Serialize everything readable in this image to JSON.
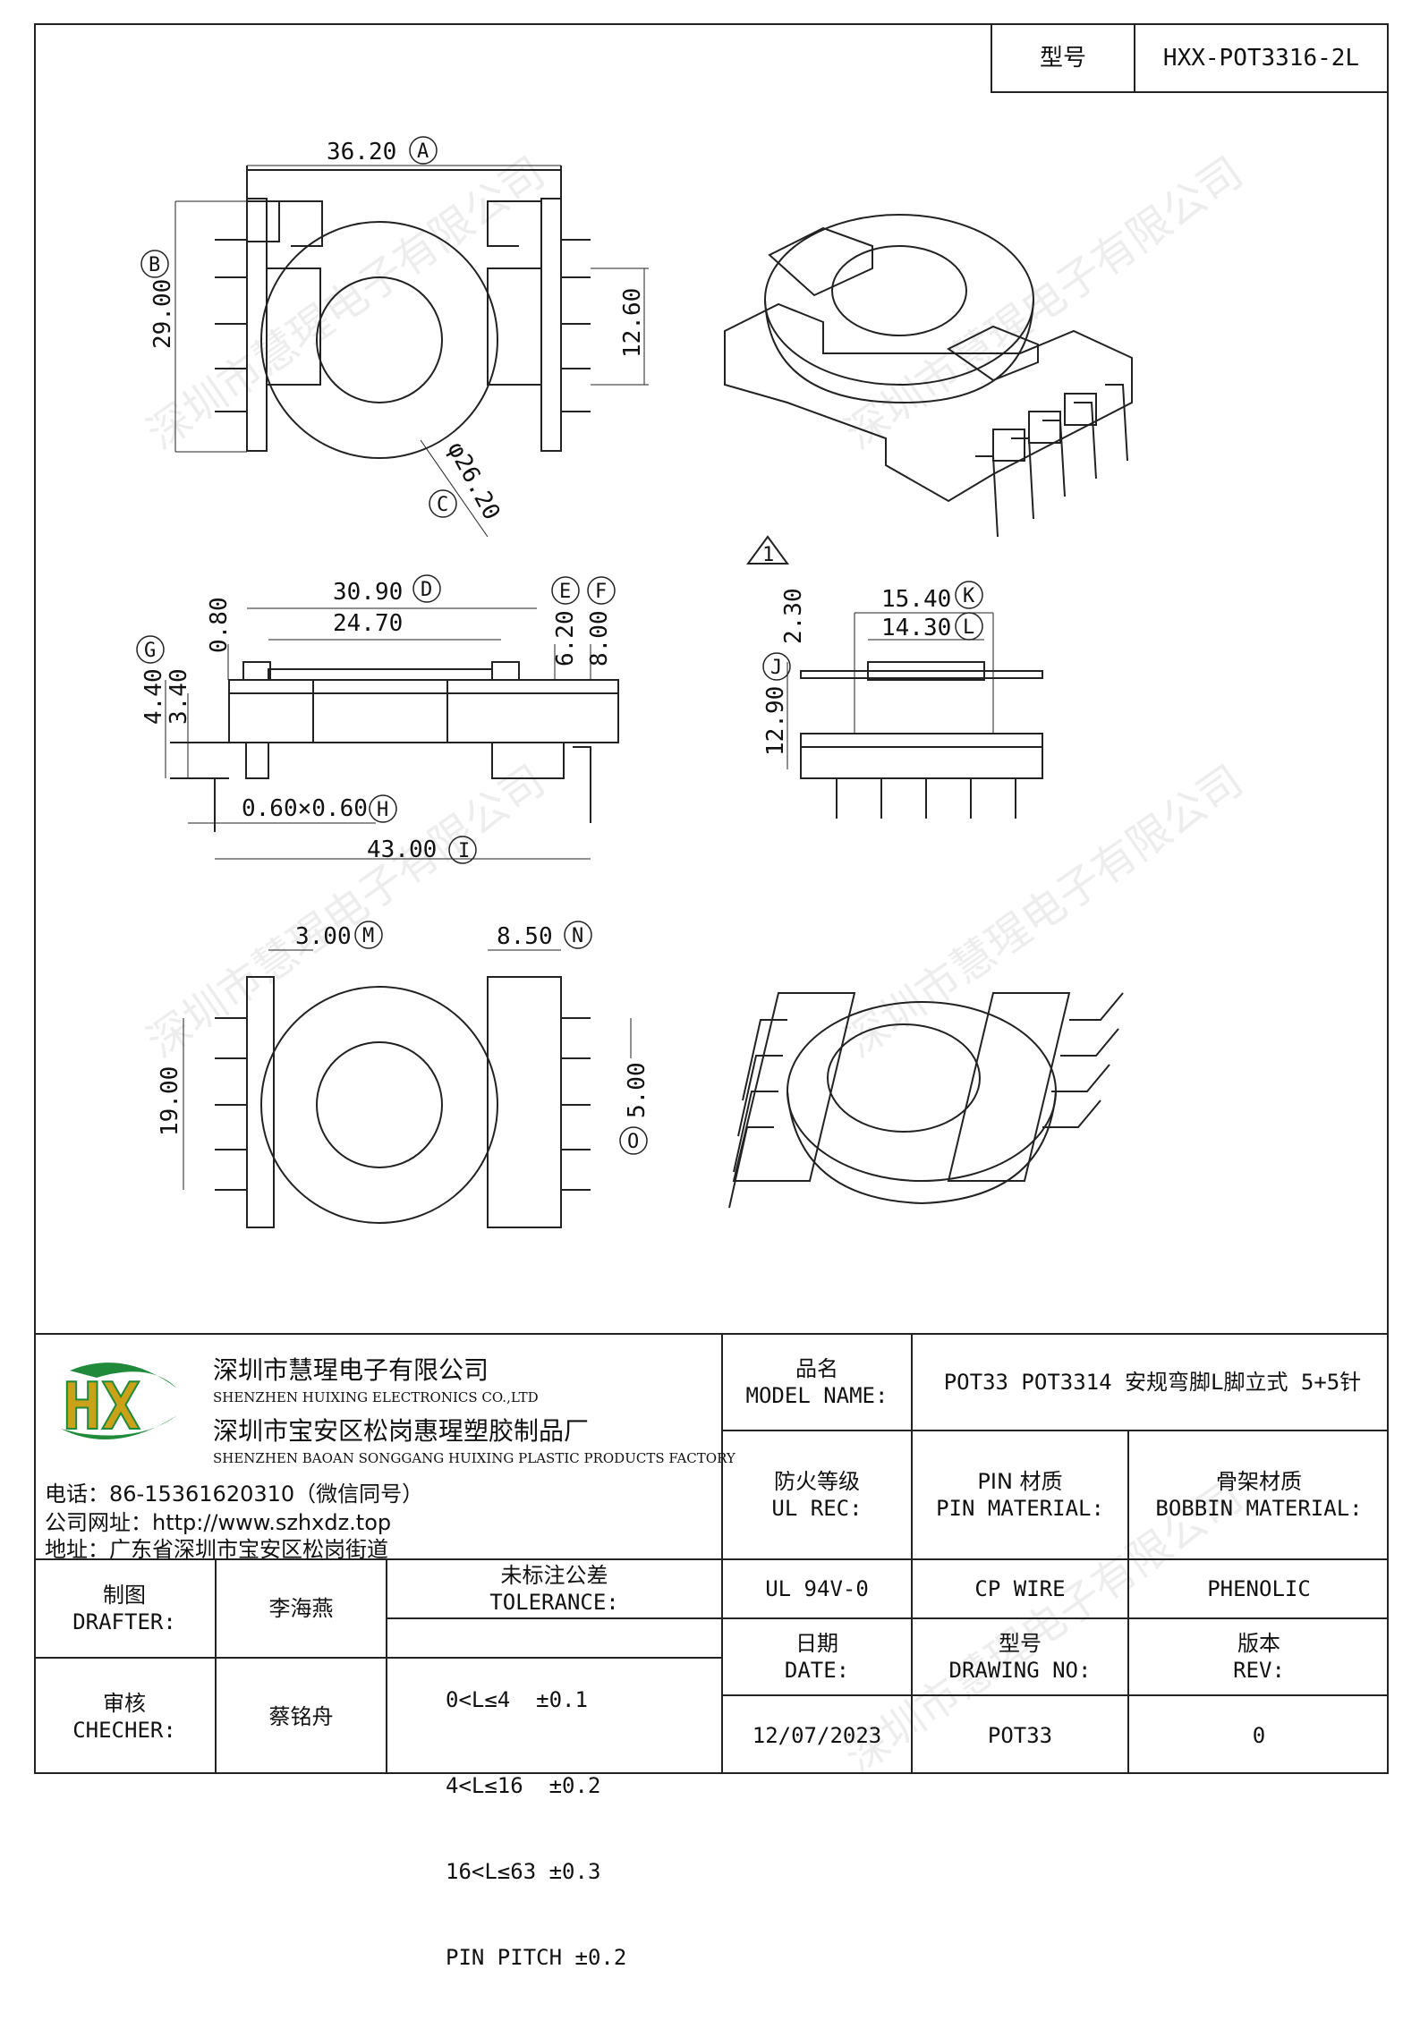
{
  "header": {
    "type_label": "型号",
    "type_value": "HXX-POT3316-2L"
  },
  "watermark": "深圳市慧瑆电子有限公司",
  "drawing": {
    "dims": {
      "A": "36.20",
      "B": "29.00",
      "C": "φ26.20",
      "height_12_60": "12.60",
      "D": "30.90",
      "d2": "24.70",
      "d_0_80": "0.80",
      "E": "6.20",
      "F": "8.00",
      "G": "4.40",
      "g2": "3.40",
      "H": "0.60×0.60",
      "I": "43.00",
      "J": "12.90",
      "d_2_30": "2.30",
      "K": "15.40",
      "L": "14.30",
      "M": "3.00",
      "N": "8.50",
      "d_19_00": "19.00",
      "O": "5.00"
    },
    "letters": {
      "A": "A",
      "B": "B",
      "C": "C",
      "D": "D",
      "E": "E",
      "F": "F",
      "G": "G",
      "H": "H",
      "I": "I",
      "J": "J",
      "K": "K",
      "L": "L",
      "M": "M",
      "N": "N",
      "O": "O",
      "note": "1"
    }
  },
  "company": {
    "name_cn": "深圳市慧瑆电子有限公司",
    "name_en": "SHENZHEN HUIXING ELECTRONICS CO.,LTD",
    "factory_cn": "深圳市宝安区松岗惠瑆塑胶制品厂",
    "factory_en": "SHENZHEN BAOAN SONGGANG HUIXING PLASTIC PRODUCTS FACTORY",
    "phone": "电话：86-15361620310（微信同号）",
    "website": "公司网址：http://www.szhxdz.top",
    "address": "地址：广东省深圳市宝安区松岗街道",
    "logo_text": "HX"
  },
  "table": {
    "model_label_cn": "品名",
    "model_label_en": "MODEL NAME:",
    "model_value": "POT33 POT3314 安规弯脚L脚立式 5+5针",
    "ul_label_cn": "防火等级",
    "ul_label_en": "UL REC:",
    "pin_label_cn": "PIN 材质",
    "pin_label_en": "PIN MATERIAL:",
    "bobbin_label_cn": "骨架材质",
    "bobbin_label_en": "BOBBIN MATERIAL:",
    "ul_value": "UL 94V-0",
    "pin_value": "CP WIRE",
    "bobbin_value": "PHENOLIC",
    "date_label_cn": "日期",
    "date_label_en": "DATE:",
    "drawing_no_label_cn": "型号",
    "drawing_no_label_en": "DRAWING NO:",
    "rev_label_cn": "版本",
    "rev_label_en": "REV:",
    "date_value": "12/07/2023",
    "drawing_no_value": "POT33",
    "rev_value": "0",
    "drafter_label_cn": "制图",
    "drafter_label_en": "DRAFTER:",
    "drafter_value": "李海燕",
    "checker_label_cn": "审核",
    "checker_label_en": "CHECHER:",
    "checker_value": "蔡铭舟",
    "tolerance_label_cn": "未标注公差",
    "tolerance_label_en": "TOLERANCE:",
    "tolerance_rows": [
      "0<L≤4  ±0.1",
      "4<L≤16  ±0.2",
      "16<L≤63 ±0.3",
      "PIN PITCH ±0.2"
    ]
  }
}
